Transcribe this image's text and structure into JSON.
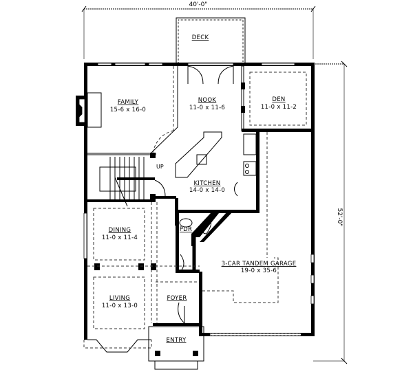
{
  "dimensions": {
    "width": "40'-0\"",
    "depth": "52'-0\""
  },
  "rooms": {
    "deck": {
      "name": "DECK",
      "size": ""
    },
    "family": {
      "name": "FAMILY",
      "size": "15-6 x 16-0"
    },
    "nook": {
      "name": "NOOK",
      "size": "11-0 x 11-6"
    },
    "den": {
      "name": "DEN",
      "size": "11-0 x 11-2"
    },
    "kitchen": {
      "name": "KITCHEN",
      "size": "14-0 x 14-0"
    },
    "dining": {
      "name": "DINING",
      "size": "11-0 x 11-4"
    },
    "pdr": {
      "name": "PDR",
      "size": ""
    },
    "garage": {
      "name": "3-CAR TANDEM GARAGE",
      "size": "19-0 x 35-6"
    },
    "living": {
      "name": "LIVING",
      "size": "11-0 x 13-0"
    },
    "foyer": {
      "name": "FOYER",
      "size": ""
    },
    "entry": {
      "name": "ENTRY",
      "size": ""
    }
  },
  "annotations": {
    "stair_up": "UP"
  },
  "colors": {
    "wall": "#000000",
    "background": "#ffffff",
    "dimension_line": "#888888"
  }
}
